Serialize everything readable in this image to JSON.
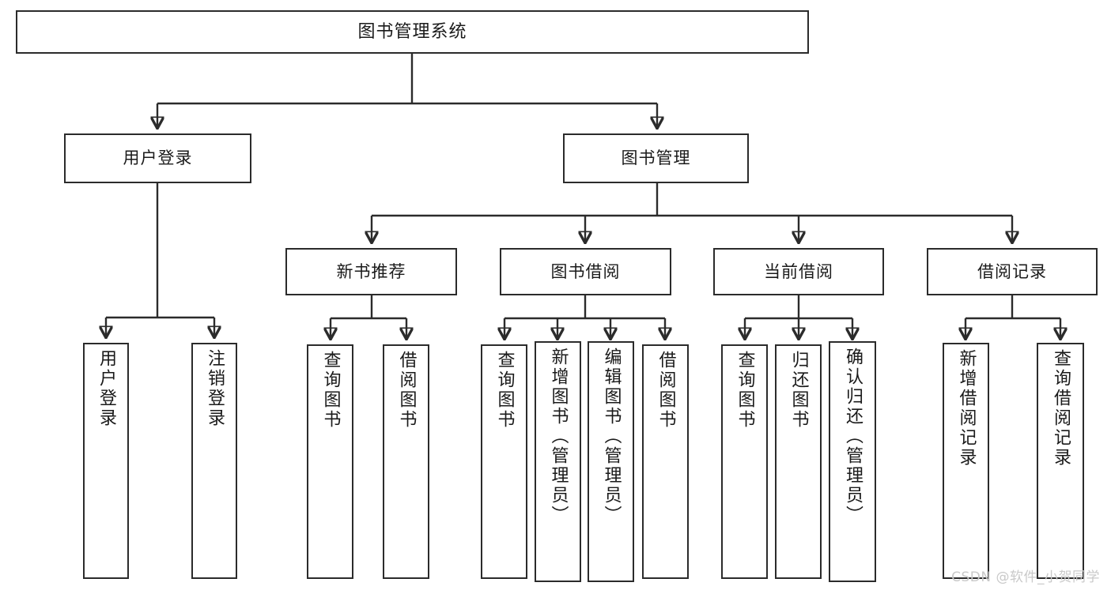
{
  "diagram": {
    "title": "图书管理系统",
    "type": "tree-hierarchy",
    "root": {
      "id": "root",
      "label": "图书管理系统"
    },
    "level1": [
      {
        "id": "user-login",
        "label": "用户登录"
      },
      {
        "id": "book-manage",
        "label": "图书管理"
      }
    ],
    "level2": [
      {
        "id": "new-book-recommend",
        "label": "新书推荐",
        "parent": "book-manage"
      },
      {
        "id": "book-borrow",
        "label": "图书借阅",
        "parent": "book-manage"
      },
      {
        "id": "current-borrow",
        "label": "当前借阅",
        "parent": "book-manage"
      },
      {
        "id": "borrow-record",
        "label": "借阅记录",
        "parent": "book-manage"
      }
    ],
    "leaves": [
      {
        "id": "leaf-user-login",
        "label": "用户登录",
        "parent": "user-login"
      },
      {
        "id": "leaf-logout-login",
        "label": "注销登录",
        "parent": "user-login"
      },
      {
        "id": "leaf-query-book-1",
        "label": "查询图书",
        "parent": "new-book-recommend"
      },
      {
        "id": "leaf-borrow-book-1",
        "label": "借阅图书",
        "parent": "new-book-recommend"
      },
      {
        "id": "leaf-query-book-2",
        "label": "查询图书",
        "parent": "book-borrow"
      },
      {
        "id": "leaf-add-book",
        "label": "新增图书（管理员）",
        "parent": "book-borrow"
      },
      {
        "id": "leaf-edit-book",
        "label": "编辑图书（管理员）",
        "parent": "book-borrow"
      },
      {
        "id": "leaf-borrow-book-2",
        "label": "借阅图书",
        "parent": "book-borrow"
      },
      {
        "id": "leaf-query-book-3",
        "label": "查询图书",
        "parent": "current-borrow"
      },
      {
        "id": "leaf-return-book",
        "label": "归还图书",
        "parent": "current-borrow"
      },
      {
        "id": "leaf-confirm-return",
        "label": "确认归还（管理员）",
        "parent": "current-borrow"
      },
      {
        "id": "leaf-add-record",
        "label": "新增借阅记录",
        "parent": "borrow-record"
      },
      {
        "id": "leaf-query-record",
        "label": "查询借阅记录",
        "parent": "borrow-record"
      }
    ]
  },
  "watermark": "CSDN @软件_小贺同学",
  "colors": {
    "stroke": "#2b2b2b",
    "fill": "#ffffff",
    "text": "#1a1a1a",
    "watermark": "#c9c9c9"
  }
}
